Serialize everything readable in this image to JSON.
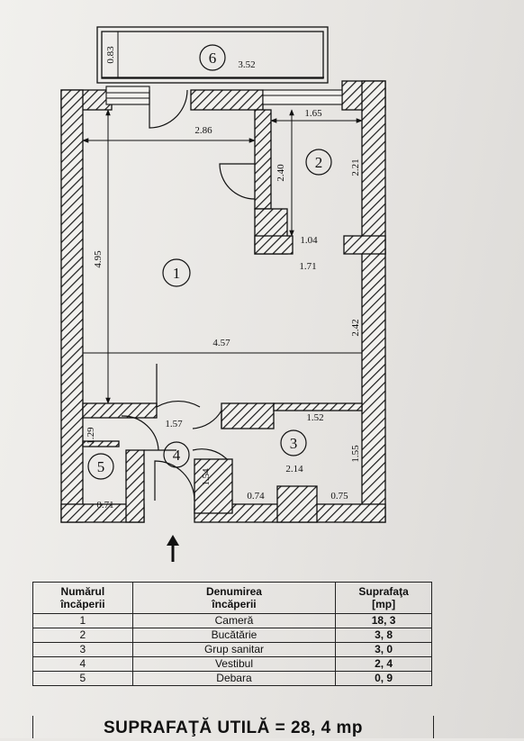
{
  "dimensions": {
    "balcony_depth": "0.83",
    "balcony_length": "3.52",
    "room1_width_top": "2.86",
    "kitchen_width": "1.65",
    "kitchen_depth_inner": "2.40",
    "kitchen_depth_outer": "2.21",
    "kitchen_bottom": "1.04",
    "room1_depth": "4.95",
    "room1_right_upper": "1.71",
    "room1_right_lower": "2.42",
    "room1_width": "4.57",
    "hall_width": "1.57",
    "bath_width": "1.52",
    "storage_depth": "1.29",
    "bath_depth": "1.55",
    "bath_inner": "2.14",
    "hall_depth": "1.54",
    "storage_width": "0.71",
    "bath_seg_left": "0.74",
    "bath_seg_right": "0.75"
  },
  "room_markers": [
    "1",
    "2",
    "3",
    "4",
    "5",
    "6"
  ],
  "table": {
    "headers": {
      "number": [
        "Numărul",
        "încăperii"
      ],
      "name": [
        "Denumirea",
        "încăperii"
      ],
      "area": [
        "Suprafaţa",
        "[mp]"
      ]
    },
    "rows": [
      {
        "number": "1",
        "name": "Cameră",
        "area": "18, 3"
      },
      {
        "number": "2",
        "name": "Bucătărie",
        "area": "3, 8"
      },
      {
        "number": "3",
        "name": "Grup sanitar",
        "area": "3, 0"
      },
      {
        "number": "4",
        "name": "Vestibul",
        "area": "2, 4"
      },
      {
        "number": "5",
        "name": "Debara",
        "area": "0, 9"
      }
    ]
  },
  "total": "SUPRAFAŢĂ UTILĂ = 28, 4 mp",
  "colors": {
    "ink": "#111111",
    "paper": "#ebe9e6"
  }
}
